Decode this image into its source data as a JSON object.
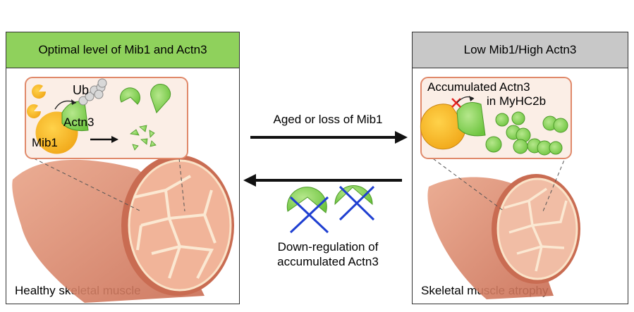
{
  "left_panel": {
    "header": "Optimal level of Mib1 and Actn3",
    "caption": "Healthy skeletal muscle",
    "inset": {
      "ub_label": "Ub",
      "actn3_label": "Actn3",
      "mib1_label": "Mib1"
    }
  },
  "right_panel": {
    "header": "Low Mib1/High Actn3",
    "caption": "Skeletal muscle atrophy",
    "inset": {
      "line1": "Accumulated Actn3",
      "line2": "in MyHC2b"
    }
  },
  "center": {
    "arrow_right_label": "Aged or loss of Mib1",
    "down_regulation_line1": "Down-regulation of",
    "down_regulation_line2": "accumulated Actn3"
  },
  "colors": {
    "mib1": "#f5b31c",
    "actn3": "#7ccc4a",
    "muscle": "#dc8a6e",
    "muscle_cross_section": "#f2b69a",
    "header_left": "#8fd15c",
    "header_right": "#c8c8c8",
    "cross_blue": "#1f3fd1",
    "inhibit_red": "#e52420"
  }
}
